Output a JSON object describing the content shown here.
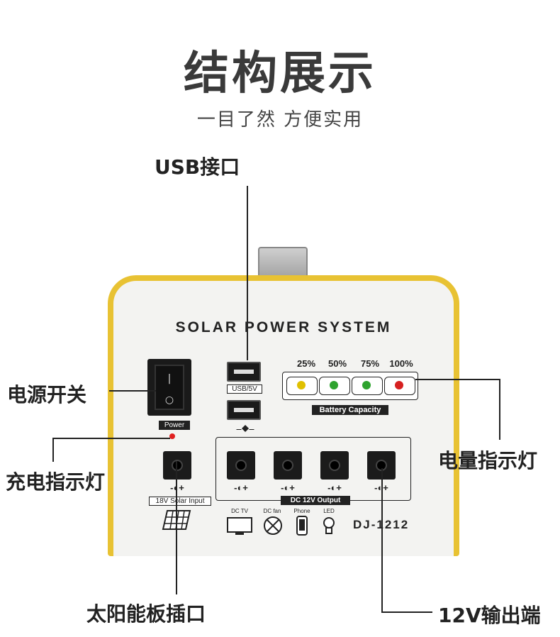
{
  "header": {
    "title": "结构展示",
    "subtitle": "一目了然 方便实用"
  },
  "callouts": {
    "usb": "USB接口",
    "power_switch": "电源开关",
    "charge_indicator": "充电指示灯",
    "capacity_indicator": "电量指示灯",
    "solar_input": "太阳能板插口",
    "dc_output": "12V输出端"
  },
  "device": {
    "brand_text": "SOLAR POWER SYSTEM",
    "power_label": "Power",
    "usb_label": "USB/5V",
    "battery_levels": [
      "25%",
      "50%",
      "75%",
      "100%"
    ],
    "battery_caption": "Battery Capacity",
    "solar_input_label": "18V Solar Input",
    "dc_output_label": "DC 12V Output",
    "load_icons": [
      "DC TV",
      "DC fan",
      "Phone",
      "LED"
    ],
    "model": "DJ-1212",
    "led_colors": [
      "#e0c000",
      "#2ea32e",
      "#2ea32e",
      "#d62020"
    ],
    "frame_color": "#e8c233"
  }
}
